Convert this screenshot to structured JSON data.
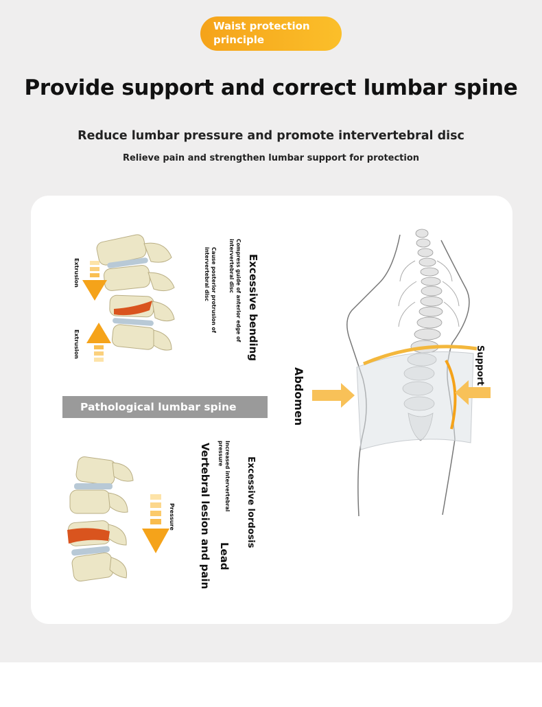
{
  "header": {
    "badge": "Waist protection\nprinciple",
    "title": "Provide support and correct lumbar spine",
    "subtitle": "Reduce lumbar pressure and promote intervertebral disc",
    "tagline": "Relieve pain and strengthen lumbar support for protection"
  },
  "left_panel": {
    "top": {
      "heading": "Excessive bending",
      "desc_1": "Compress guide of anterior edge of intervertebral disc",
      "desc_2": "Cause posterior protrusion of intervertebral disc",
      "arrow_top_label": "Extrusion",
      "arrow_bottom_label": "Extrusion"
    },
    "band_label": "Pathological lumbar spine",
    "bottom": {
      "heading": "Excessive lordosis",
      "desc": "Increased intervertebral pressure",
      "lead": "Lead",
      "result": "Vertebral lesion and pain",
      "arrow_label": "Pressure"
    }
  },
  "right_panel": {
    "abdomen_label": "Abdomen",
    "support_label": "Support"
  },
  "colors": {
    "accent": "#f5a31a",
    "band": "#9a9a9a",
    "disc_lesion": "#d9541e",
    "bone": "#ece6c6"
  }
}
